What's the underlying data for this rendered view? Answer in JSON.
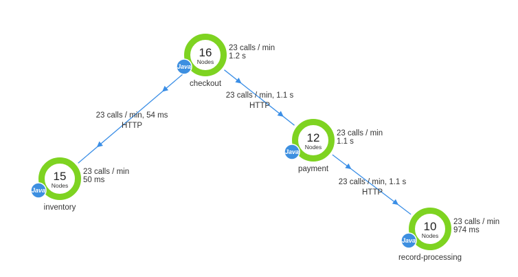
{
  "colors": {
    "ring": "#7ed321",
    "edge": "#3a8ee6",
    "badge": "#3d8fe0",
    "text": "#333333"
  },
  "nodes": [
    {
      "id": "checkout",
      "name": "checkout",
      "count": "16",
      "unit": "Nodes",
      "calls": "23 calls / min",
      "latency": "1.2 s",
      "badge": "Java",
      "icon": "java-icon"
    },
    {
      "id": "inventory",
      "name": "inventory",
      "count": "15",
      "unit": "Nodes",
      "calls": "23 calls / min",
      "latency": "50 ms",
      "badge": "Java",
      "icon": "java-icon"
    },
    {
      "id": "payment",
      "name": "payment",
      "count": "12",
      "unit": "Nodes",
      "calls": "23 calls / min",
      "latency": "1.1 s",
      "badge": "Java",
      "icon": "java-icon"
    },
    {
      "id": "record-processing",
      "name": "record-processing",
      "count": "10",
      "unit": "Nodes",
      "calls": "23 calls / min",
      "latency": "974 ms",
      "badge": "Java",
      "icon": "java-icon"
    }
  ],
  "edges": [
    {
      "from": "checkout",
      "to": "inventory",
      "metrics": "23 calls / min, 54 ms",
      "protocol": "HTTP"
    },
    {
      "from": "checkout",
      "to": "payment",
      "metrics": "23 calls / min, 1.1 s",
      "protocol": "HTTP"
    },
    {
      "from": "payment",
      "to": "record-processing",
      "metrics": "23 calls / min, 1.1 s",
      "protocol": "HTTP"
    }
  ]
}
